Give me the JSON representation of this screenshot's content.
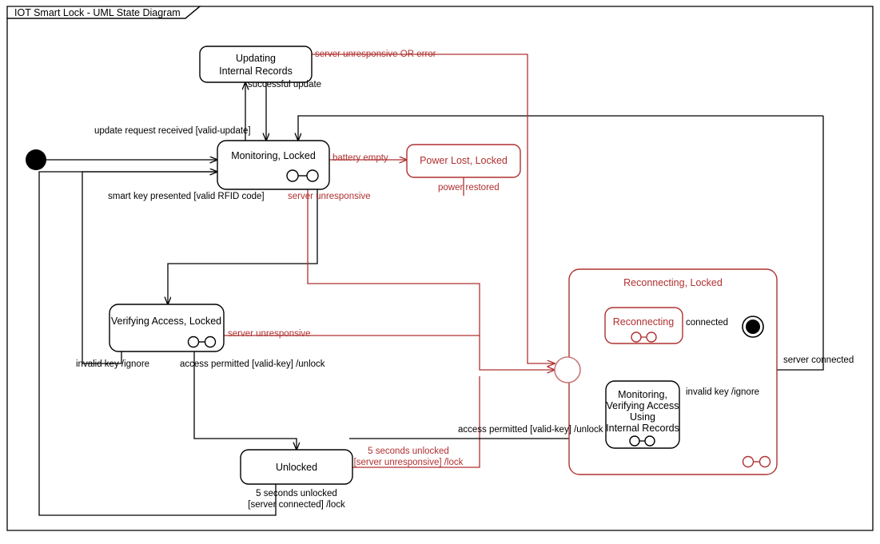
{
  "window": {
    "tab_title": "IOT Smart Lock - UML State Diagram"
  },
  "colors": {
    "black": "#000000",
    "red": "#B03030",
    "background": "#ffffff"
  },
  "states": {
    "updating_internal_records": {
      "line1": "Updating",
      "line2": "Internal Records",
      "color": "black"
    },
    "monitoring_locked": {
      "label": "Monitoring, Locked",
      "color": "black",
      "has_composite_icon": true
    },
    "power_lost_locked": {
      "label": "Power Lost, Locked",
      "color": "red",
      "has_composite_icon": false
    },
    "verifying_access_locked": {
      "label": "Verifying Access, Locked",
      "color": "black",
      "has_composite_icon": true
    },
    "unlocked": {
      "label": "Unlocked",
      "color": "black",
      "has_composite_icon": false
    },
    "reconnecting_locked": {
      "label": "Reconnecting, Locked",
      "color": "red",
      "has_composite_icon": true
    },
    "reconnecting": {
      "label": "Reconnecting",
      "color": "red",
      "has_composite_icon": true
    },
    "monitoring_verifying_internal": {
      "line1": "Monitoring,",
      "line2": "Verifying Access",
      "line3": "Using",
      "line4": "Internal Records",
      "color": "black",
      "has_composite_icon": true
    }
  },
  "pseudo_states": {
    "initial": "initial-state",
    "final_reconnecting": "final-state",
    "junction": "junction-node"
  },
  "transitions": {
    "server_unresponsive_or_error": "server unresponsive OR error",
    "successful_update": "successful update",
    "update_request_received": "update request received [valid-update]",
    "smart_key_presented": "smart key presented [valid RFID code]",
    "battery_empty": "battery empty",
    "power_restored": "power restored",
    "server_unresponsive_monitoring": "server unresponsive",
    "server_unresponsive_verifying": "server unresponsive",
    "invalid_key_ignore_left": "invalid key /ignore",
    "access_permitted_unlock_left": "access permitted [valid-key] /unlock",
    "five_seconds_unlocked_connected_l1": "5 seconds unlocked",
    "five_seconds_unlocked_connected_l2": "[server connected] /lock",
    "five_seconds_unlocked_unresponsive_l1": "5 seconds unlocked",
    "five_seconds_unlocked_unresponsive_l2": "[server unresponsive] /lock",
    "connected": "connected",
    "server_connected": "server connected",
    "invalid_key_ignore_right": "invalid key /ignore",
    "access_permitted_unlock_right": "access permitted [valid-key] /unlock"
  }
}
